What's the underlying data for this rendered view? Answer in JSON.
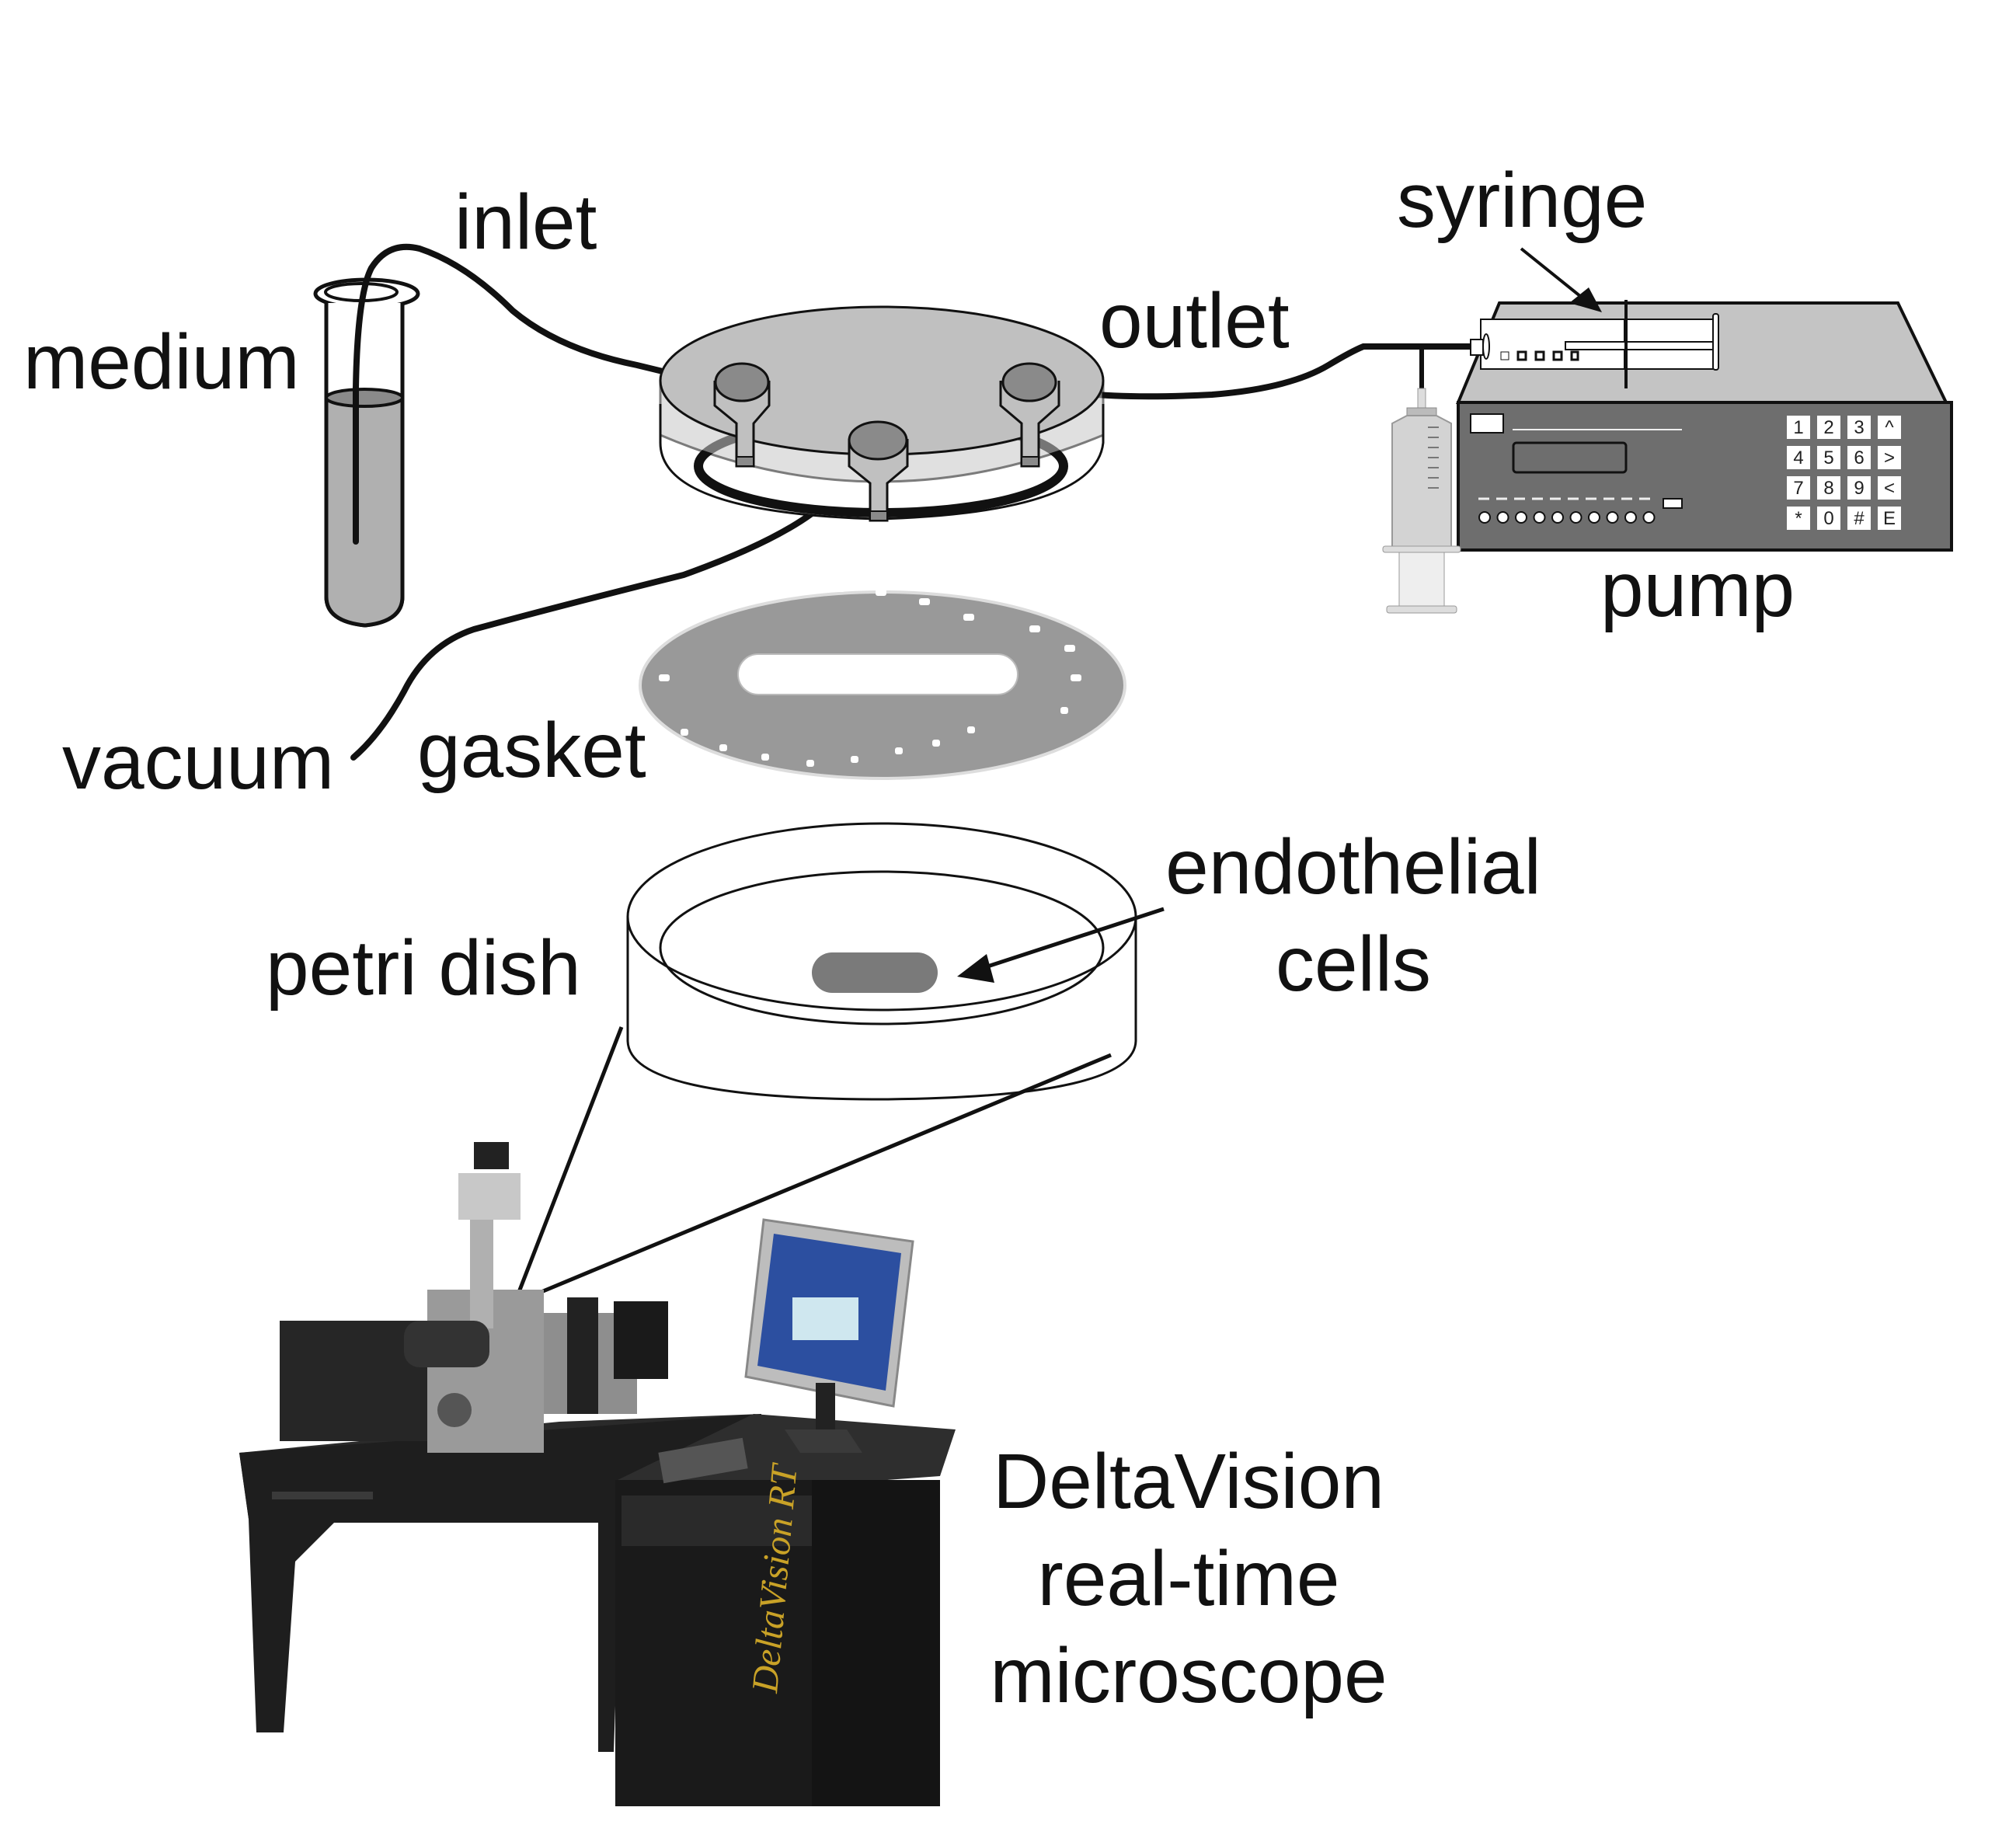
{
  "labels": {
    "inlet": "inlet",
    "medium": "medium",
    "syringe": "syringe",
    "outlet": "outlet",
    "pump": "pump",
    "vacuum": "vacuum",
    "gasket": "gasket",
    "petri_dish": "petri dish",
    "endothelial_line1": "endothelial",
    "endothelial_line2": "cells",
    "microscope_line1": "DeltaVision",
    "microscope_line2": "real-time",
    "microscope_line3": "microscope"
  },
  "pump_keypad": [
    [
      "1",
      "2",
      "3",
      "^"
    ],
    [
      "4",
      "5",
      "6",
      ">"
    ],
    [
      "7",
      "8",
      "9",
      "<"
    ],
    [
      "*",
      "0",
      "#",
      "E"
    ]
  ],
  "microscope_brand": "DeltaVision RT",
  "colors": {
    "chamber_gray": "#c0c0c0",
    "port_gray": "#8a8a8a",
    "gasket_gray": "#999999",
    "pump_front": "#6e6e6e",
    "pump_top": "#c4c4c4",
    "medium_fill": "#b0b0b0",
    "cells": "#7a7a7a",
    "desk_black": "#1e1e1e",
    "monitor_blue": "#2c4fa0"
  }
}
